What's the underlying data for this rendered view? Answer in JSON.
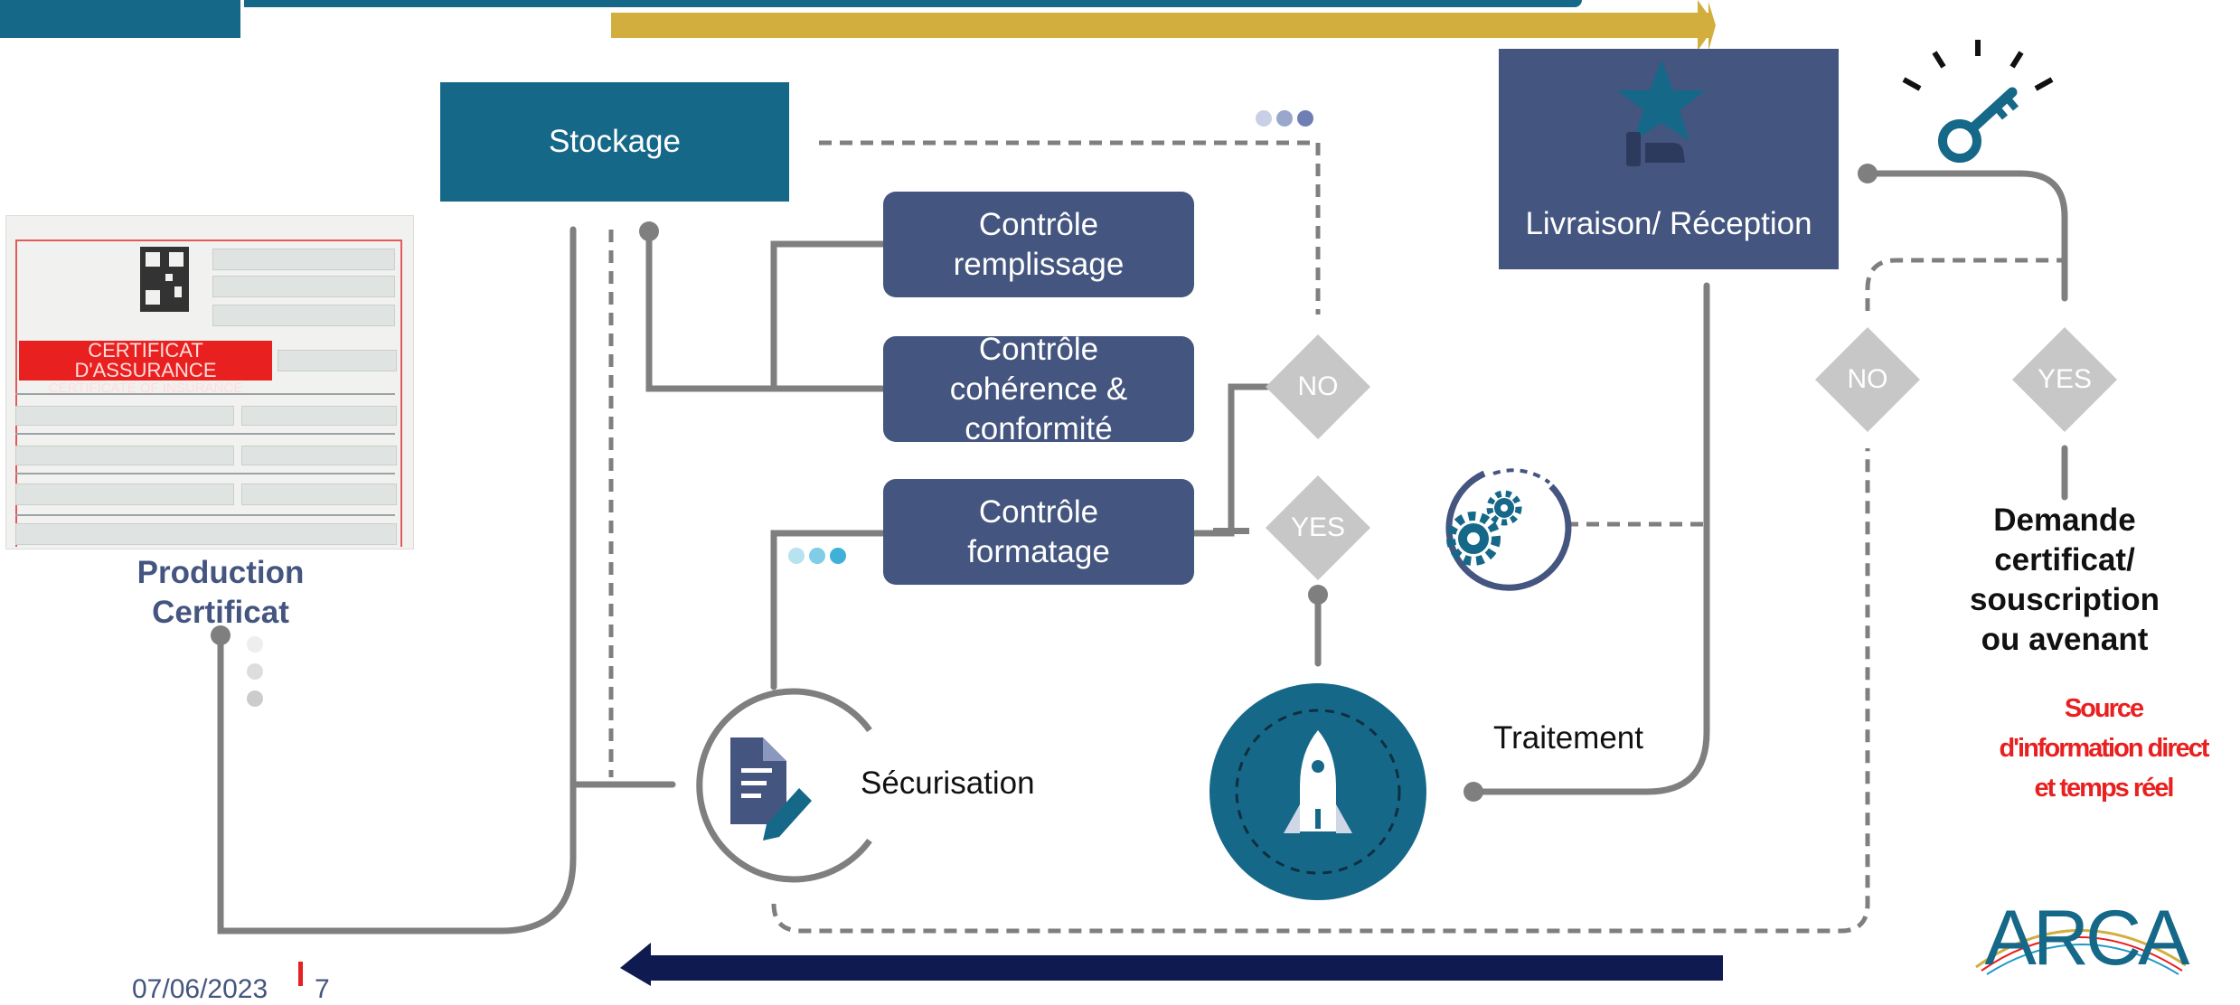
{
  "boxes": {
    "stockage": "Stockage",
    "livraison": "Livraison/ Réception",
    "controle_remplissage": [
      "Contrôle",
      "remplissage"
    ],
    "controle_coherence": [
      "Contrôle",
      "cohérence &",
      "conformité"
    ],
    "controle_formatage": [
      "Contrôle",
      "formatage"
    ]
  },
  "decisions": {
    "no_left": "NO",
    "yes_left": "YES",
    "no_right": "NO",
    "yes_right": "YES"
  },
  "labels": {
    "production": [
      "Production",
      "Certificat"
    ],
    "securisation": "Sécurisation",
    "traitement": "Traitement",
    "demande": [
      "Demande",
      "certificat/",
      "souscription",
      "ou avenant"
    ],
    "source": [
      "Source",
      "d'information direct",
      "et temps réel"
    ],
    "footer_date": "07/06/2023",
    "footer_page": "7"
  },
  "document": {
    "banner_title": "CERTIFICAT D'ASSURANCE",
    "banner_subtitle": "CERTIFICATE OF INSURANCE"
  },
  "logo": {
    "text": "ARCA"
  },
  "icons": {
    "key": "key-icon",
    "star_hand": "star-in-hand-icon",
    "gears": "gears-icon",
    "document_pen": "document-pen-icon",
    "rocket": "rocket-icon"
  },
  "colors": {
    "navy_box": "#44557f",
    "teal": "#166889",
    "gold_arrow": "#d2ae3e",
    "navy_arrow": "#0e1a50",
    "line_gray": "#7f7f7f",
    "diamond_gray": "#c7c7c7",
    "source_red": "#e8201f",
    "production_text": "#44557f"
  }
}
